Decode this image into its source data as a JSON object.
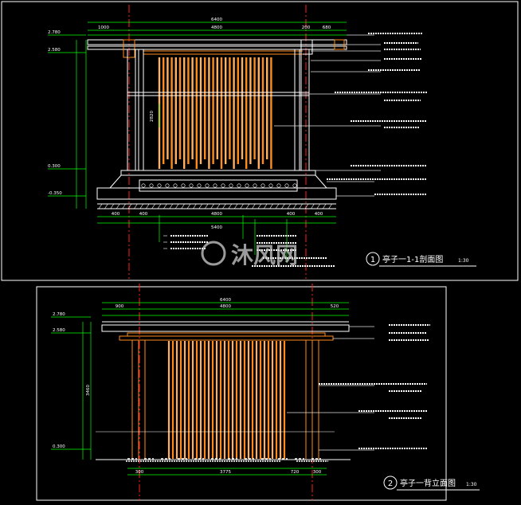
{
  "colors": {
    "background": "#000000",
    "frame": "#ffffff",
    "dimension": "#00ff00",
    "timber": "#ff8c1a",
    "timber_light": "#ffb060",
    "axis": "#ff2020",
    "leader": "#e0e0e0",
    "annotation": "#ffffff",
    "watermark": "#cfcfcf"
  },
  "watermark": {
    "text": "沐风网"
  },
  "drawing1": {
    "number": "1",
    "title": "亭子一1-1剖面图",
    "scale": "1:30",
    "top_dims": [
      "6400",
      "1000",
      "4800",
      "200",
      "680"
    ],
    "bottom_dims": [
      "400",
      "400",
      "4800",
      "400",
      "400"
    ],
    "total_bottom": "5400",
    "height_dim": "2820",
    "elevations": [
      "2.780",
      "2.580",
      "0.300",
      "-0.350"
    ]
  },
  "drawing2": {
    "number": "2",
    "title": "亭子一背立面图",
    "scale": "1:30",
    "top_dims": [
      "6400",
      "900",
      "4800",
      "520"
    ],
    "bottom_dims": [
      "300",
      "3775",
      "720",
      "300"
    ],
    "height_dim": "3460",
    "elevations": [
      "2.780",
      "2.580",
      "0.300"
    ]
  }
}
